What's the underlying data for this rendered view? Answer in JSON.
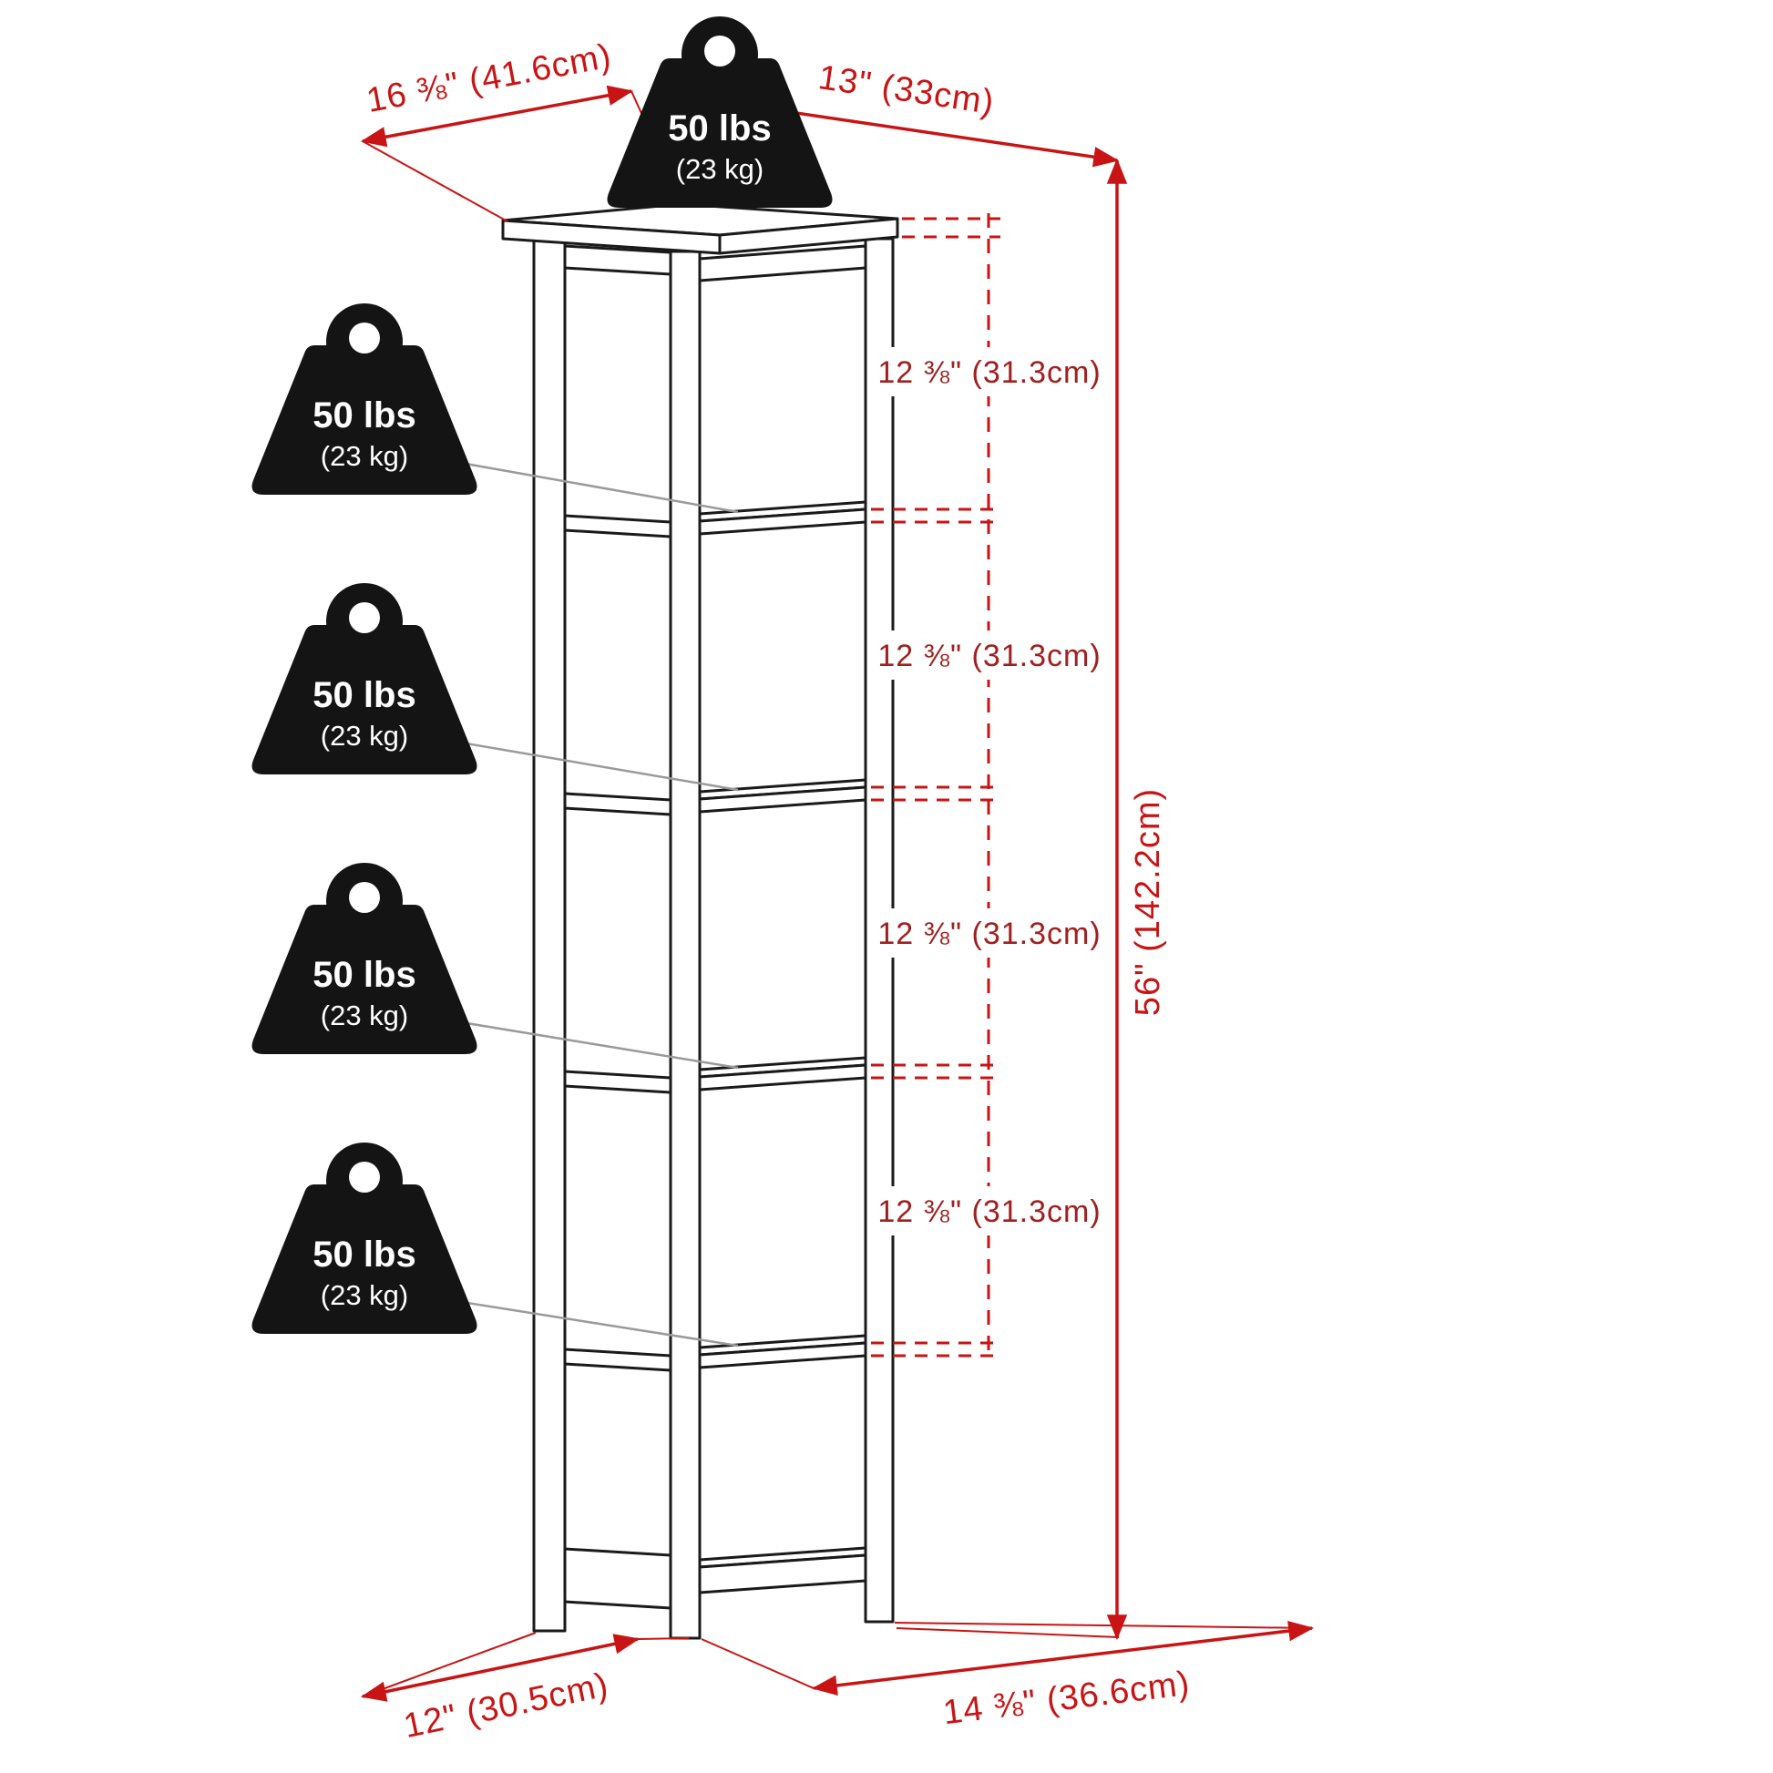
{
  "weights": [
    {
      "capacity": "50 lbs",
      "metric": "(23 kg)"
    },
    {
      "capacity": "50 lbs",
      "metric": "(23 kg)"
    },
    {
      "capacity": "50 lbs",
      "metric": "(23 kg)"
    },
    {
      "capacity": "50 lbs",
      "metric": "(23 kg)"
    },
    {
      "capacity": "50 lbs",
      "metric": "(23 kg)"
    }
  ],
  "dimensions": {
    "top_width": "16 ⅜\" (41.6cm)",
    "top_depth": "13\" (33cm)",
    "height": "56\" (142.2cm)",
    "shelf_spacing": [
      "12 ⅜\" (31.3cm)",
      "12 ⅜\" (31.3cm)",
      "12 ⅜\" (31.3cm)",
      "12 ⅜\" (31.3cm)"
    ],
    "base_width": "12\" (30.5cm)",
    "base_depth": "14 ⅜\" (36.6cm)"
  },
  "colors": {
    "dimension_red": "#c81414",
    "outline_black": "#1a1a1a",
    "weight_black": "#141414",
    "leader_gray": "#9a9a9a"
  }
}
